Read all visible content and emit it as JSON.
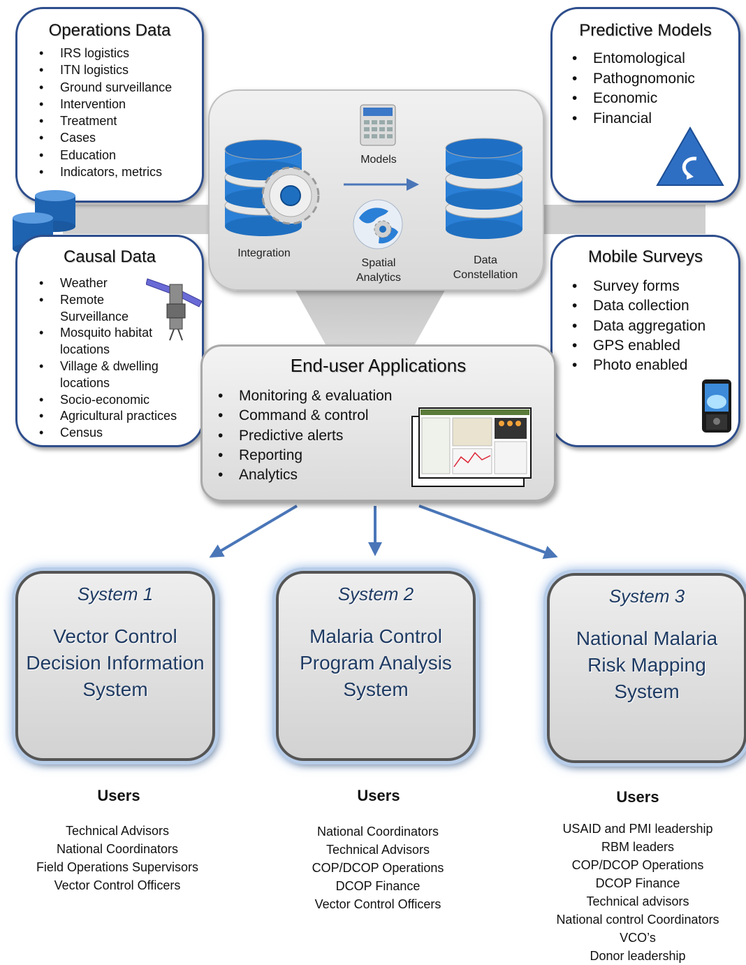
{
  "operations": {
    "title": "Operations Data",
    "items": [
      "IRS logistics",
      "ITN logistics",
      "Ground surveillance",
      "Intervention",
      "Treatment",
      "Cases",
      "Education",
      "Indicators, metrics"
    ]
  },
  "predictive": {
    "title": "Predictive Models",
    "items": [
      "Entomological",
      "Pathognomonic",
      "Economic",
      "Financial"
    ]
  },
  "causal": {
    "title": "Causal Data",
    "items": [
      "Weather",
      "Remote Surveillance",
      "Mosquito habitat locations",
      "Village & dwelling locations",
      "Socio-economic",
      "Agricultural practices",
      "Census"
    ]
  },
  "mobile": {
    "title": "Mobile Surveys",
    "items": [
      "Survey forms",
      "Data collection",
      "Data aggregation",
      "GPS enabled",
      "Photo enabled"
    ]
  },
  "center": {
    "integration": "Integration",
    "models": "Models",
    "spatial": "Spatial Analytics",
    "constellation": "Data Constellation"
  },
  "end_user": {
    "title": "End-user Applications",
    "items": [
      "Monitoring & evaluation",
      "Command & control",
      "Predictive alerts",
      "Reporting",
      "Analytics"
    ]
  },
  "systems": [
    {
      "label": "System 1",
      "name": "Vector Control Decision Information System"
    },
    {
      "label": "System 2",
      "name": "Malaria Control Program Analysis System"
    },
    {
      "label": "System 3",
      "name": "National Malaria Risk Mapping System"
    }
  ],
  "users": [
    {
      "heading": "Users",
      "list": [
        "Technical Advisors",
        "National Coordinators",
        "Field Operations Supervisors",
        "Vector Control Officers"
      ]
    },
    {
      "heading": "Users",
      "list": [
        "National Coordinators",
        "Technical Advisors",
        "COP/DCOP Operations",
        "DCOP Finance",
        "Vector Control Officers"
      ]
    },
    {
      "heading": "Users",
      "list": [
        "USAID and PMI leadership",
        "RBM leaders",
        "COP/DCOP Operations",
        "DCOP Finance",
        "Technical advisors",
        "National control Coordinators",
        "VCO’s",
        "Donor leadership"
      ]
    }
  ],
  "colors": {
    "accent_blue": "#2e4e8c",
    "arrow_blue": "#4a76b8",
    "db_blue": "#1f6fc0"
  }
}
